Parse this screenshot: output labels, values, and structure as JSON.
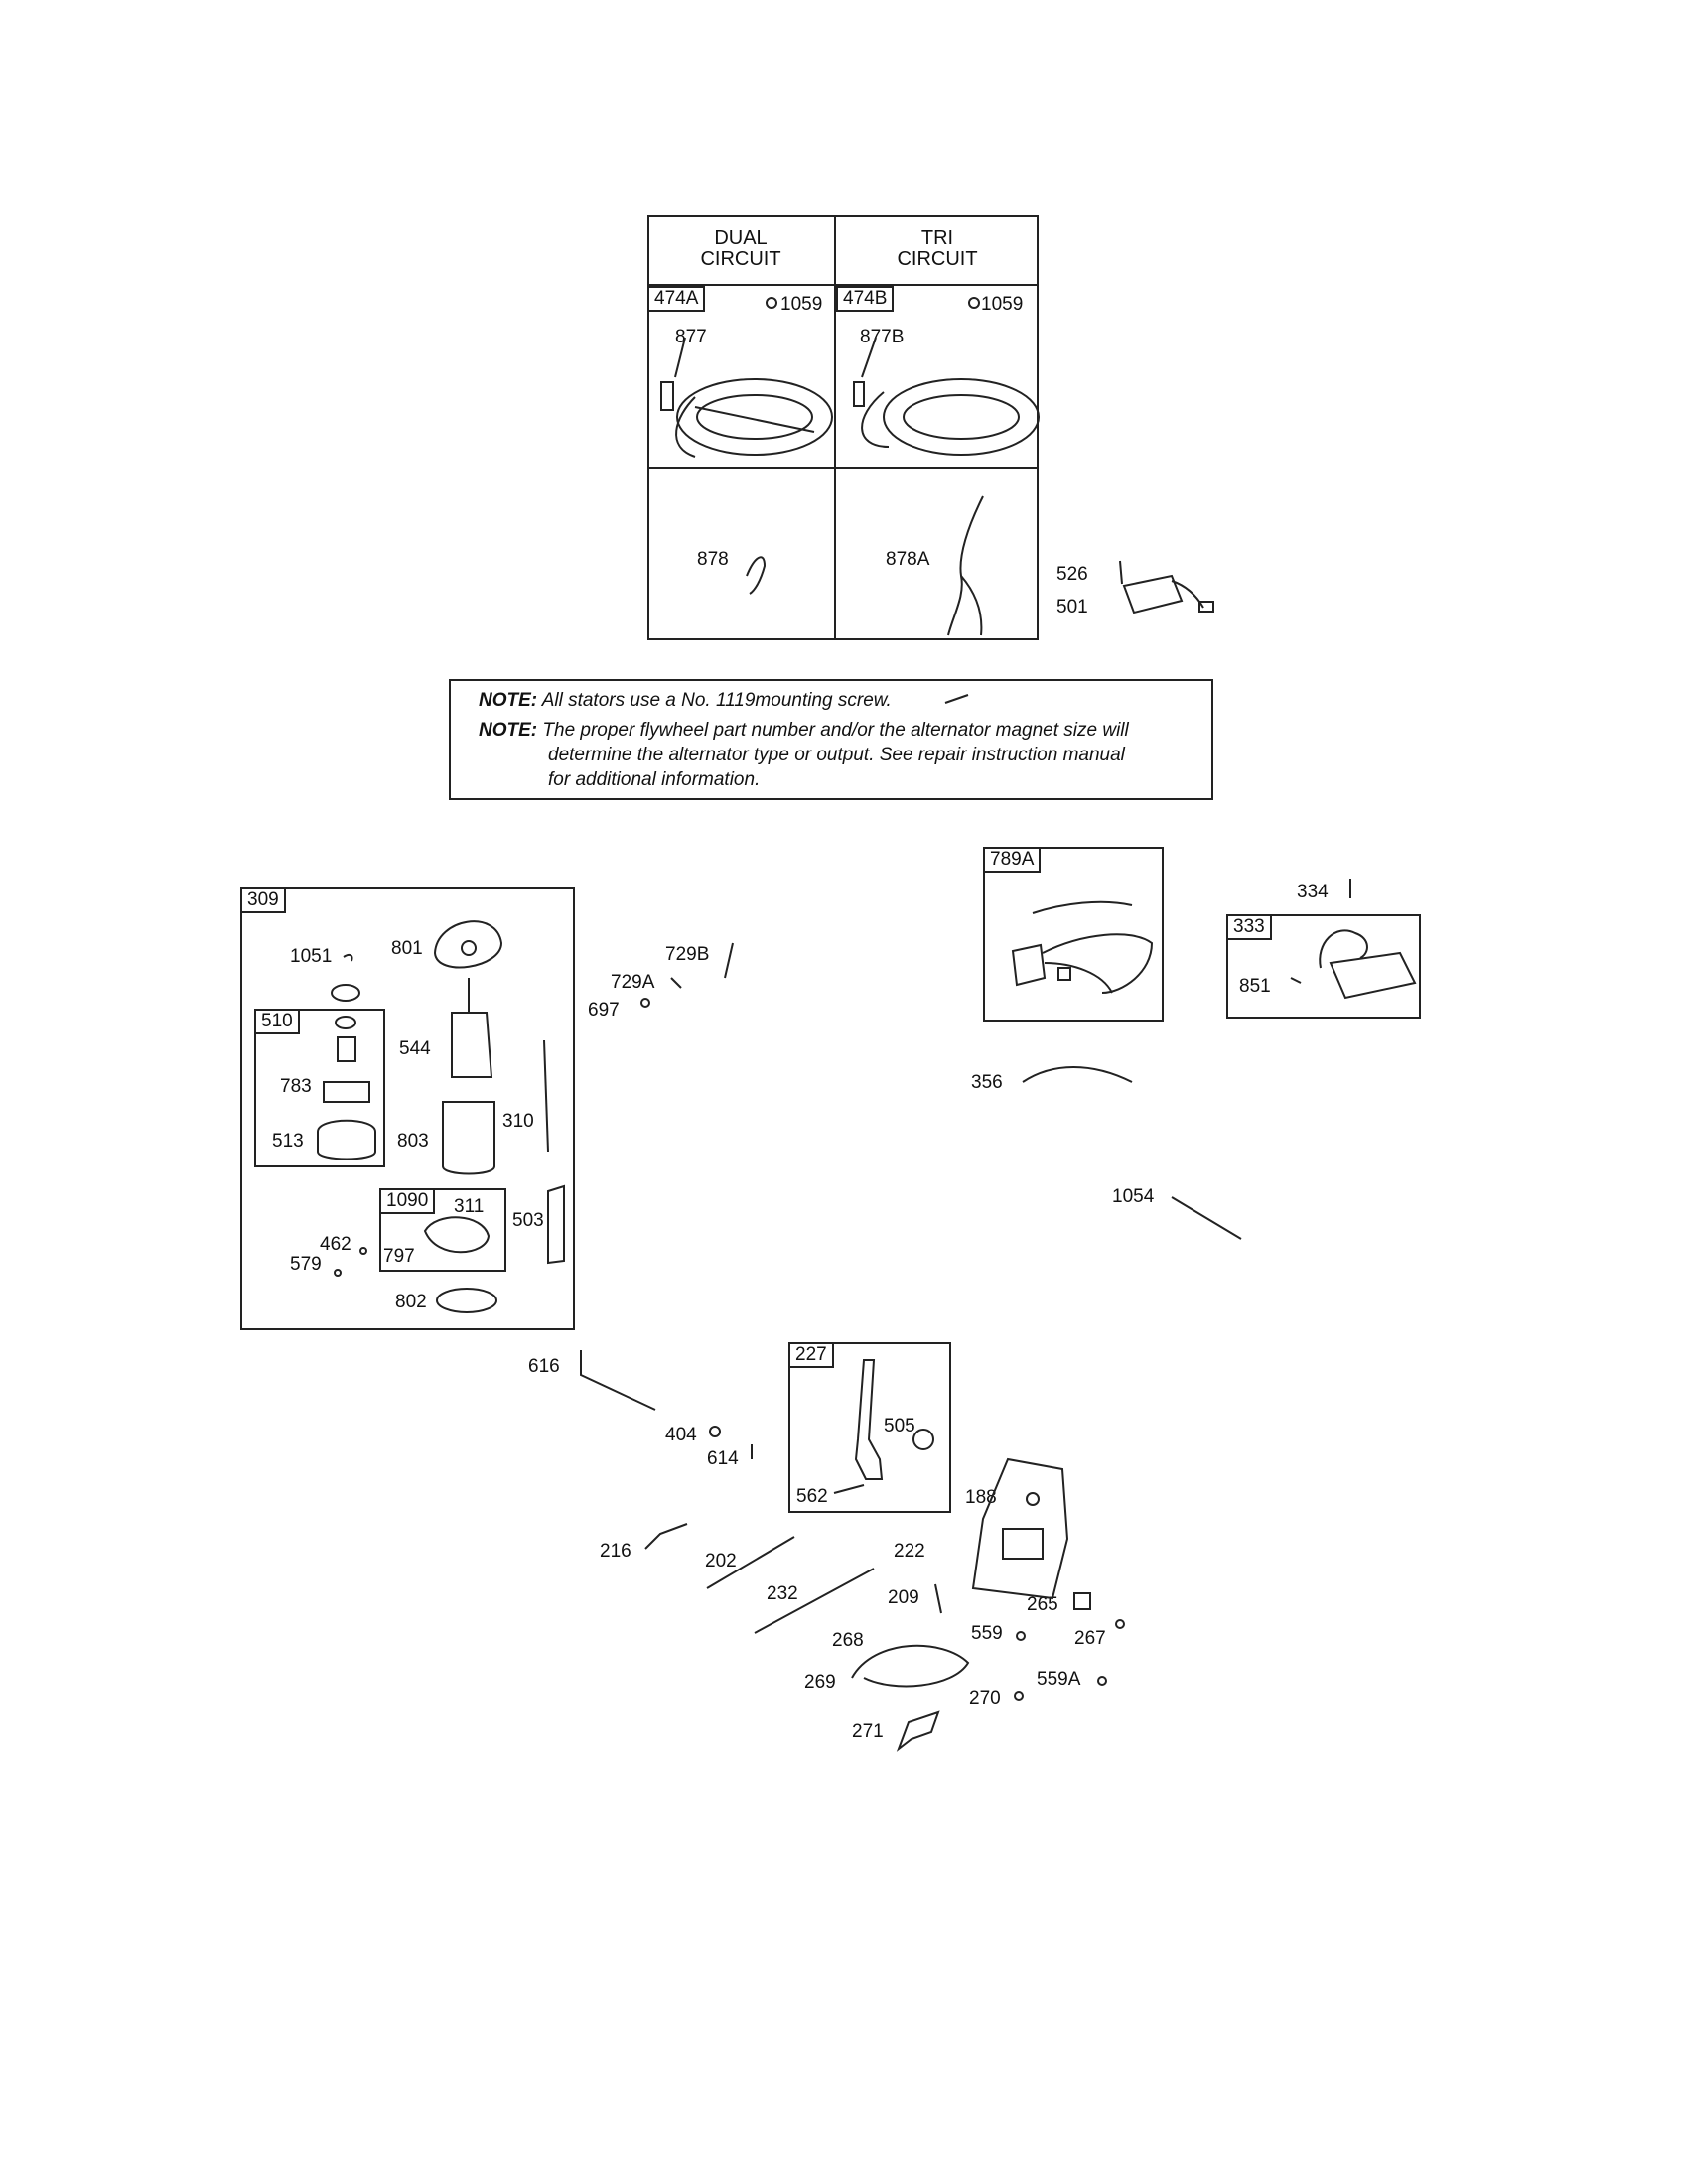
{
  "stator_table": {
    "col1_header": "DUAL\nCIRCUIT",
    "col2_header": "TRI\nCIRCUIT",
    "cell1_tag": "474A",
    "cell1_screw": "1059",
    "cell1_part": "877",
    "cell2_tag": "474B",
    "cell2_screw": "1059",
    "cell2_part": "877B",
    "cell3_part": "878",
    "cell4_part": "878A"
  },
  "regulator": {
    "screw": "526",
    "part": "501"
  },
  "note": {
    "line1_label": "NOTE:",
    "line1_text": "All stators use a No. 1119mounting screw.",
    "line2_label": "NOTE:",
    "line2_text": "The proper flywheel part number and/or the alternator magnet size will",
    "line3_text": "determine the alternator type or output. See repair instruction manual",
    "line4_text": "for additional information."
  },
  "starter": {
    "tag": "309",
    "sub_tag": "510",
    "brush_tag": "1090",
    "parts": [
      "1051",
      "801",
      "544",
      "783",
      "513",
      "803",
      "310",
      "311",
      "797",
      "503",
      "462",
      "579",
      "802"
    ]
  },
  "misc_parts": [
    "729B",
    "729A",
    "697"
  ],
  "harness": {
    "tag": "789A"
  },
  "ignition": {
    "tag": "333",
    "screw": "334",
    "part": "851"
  },
  "wires": [
    "356",
    "1054"
  ],
  "throttle": {
    "tag": "227",
    "parts": [
      "505",
      "562"
    ]
  },
  "linkage_parts": [
    "616",
    "404",
    "614",
    "188",
    "216",
    "202",
    "222",
    "232",
    "209",
    "265",
    "559",
    "267",
    "268",
    "269",
    "270",
    "559A",
    "271"
  ]
}
